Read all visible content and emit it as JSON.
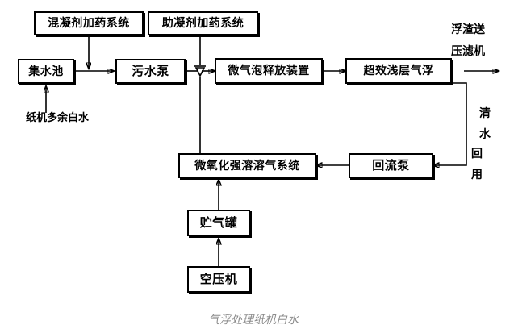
{
  "diagram": {
    "title": "气浮处理纸机白水",
    "nodes": [
      {
        "id": "coagulant",
        "label": "混凝剂加药系统"
      },
      {
        "id": "flocculant",
        "label": "助凝剂加药系统"
      },
      {
        "id": "collection_pool",
        "label": "集水池"
      },
      {
        "id": "sewage_pump",
        "label": "污水泵"
      },
      {
        "id": "microbubble_release",
        "label": "微气泡释放装置"
      },
      {
        "id": "shallow_air_flotation",
        "label": "超效浅层气浮"
      },
      {
        "id": "dissolved_gas_system",
        "label": "微氧化强溶溶气系统"
      },
      {
        "id": "reflux_pump",
        "label": "回流泵"
      },
      {
        "id": "gas_tank",
        "label": "贮气罐"
      },
      {
        "id": "air_compressor",
        "label": "空压机"
      }
    ],
    "labels": {
      "inlet": "纸机多余白水",
      "slag_line1": "浮渣送",
      "slag_line2": "压滤机",
      "clear_water_1": "清",
      "clear_water_2": "水",
      "clear_water_3": "回",
      "clear_water_4": "用"
    },
    "colors": {
      "stroke": "#000000",
      "background": "#ffffff",
      "caption": "#8c8c8c"
    }
  }
}
